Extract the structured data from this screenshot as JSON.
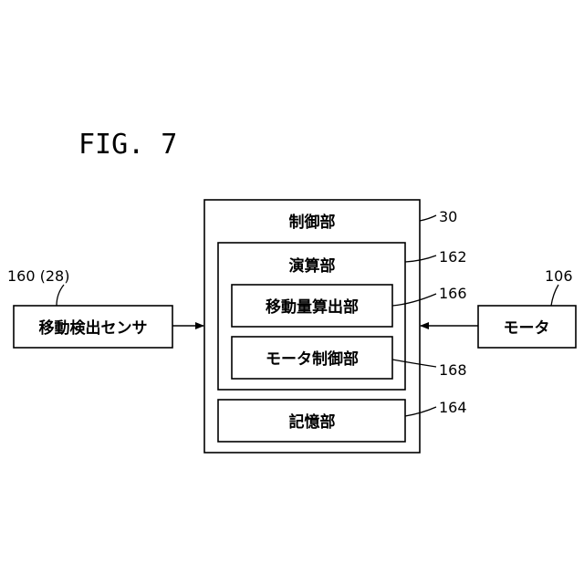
{
  "figure": {
    "title": "FIG. 7"
  },
  "blocks": {
    "control_unit": {
      "label": "制御部",
      "ref": "30"
    },
    "calc_unit": {
      "label": "演算部",
      "ref": "162"
    },
    "movement_calc": {
      "label": "移動量算出部",
      "ref": "166"
    },
    "motor_control": {
      "label": "モータ制御部",
      "ref": "168"
    },
    "storage_unit": {
      "label": "記憶部",
      "ref": "164"
    },
    "sensor": {
      "label": "移動検出センサ",
      "ref": "160 (28)"
    },
    "motor": {
      "label": "モータ",
      "ref": "106"
    }
  }
}
